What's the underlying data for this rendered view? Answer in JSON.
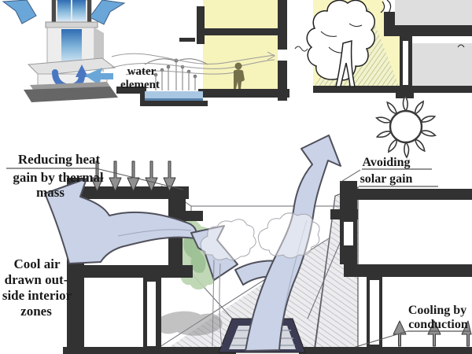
{
  "colors": {
    "arrowBlue": "#c9d2e6",
    "arrowOutline": "#50505c",
    "wallBlack": "#323232",
    "roomYellow": "#f6f3bb",
    "roomGrey": "#dedede",
    "treeGreen": "#b9d4ae",
    "waterBlue": "#a9c7e2",
    "poolNavy": "#3c3c54",
    "hatchGrey": "#a9a9b0",
    "hatchOlive": "#b5ba6e",
    "skyBlue": "#6aa6d8",
    "swirlBlue": "#4a77c2",
    "labelText": "#1a1a1a"
  },
  "labels": {
    "water_element": {
      "line1": "water",
      "line2": "element"
    },
    "reducing_heat": {
      "line1": "Reducing heat",
      "line2": "gain by thermal",
      "line3": "mass"
    },
    "cool_air": {
      "line1": "Cool air",
      "line2": "drawn out-",
      "line3": "side interior",
      "line4": "zones"
    },
    "avoiding_solar": {
      "line1": "Avoiding",
      "line2": "solar gain"
    },
    "cooling_conduction": {
      "line1": "Cooling by",
      "line2": "conduction"
    }
  }
}
